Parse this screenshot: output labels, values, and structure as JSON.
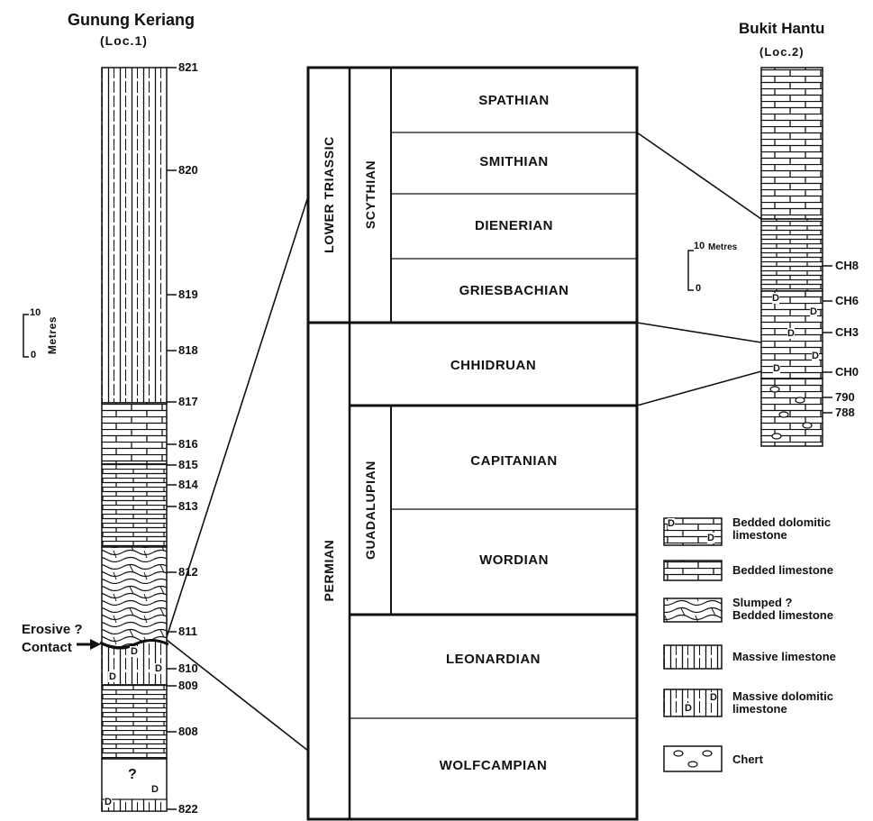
{
  "loc1": {
    "title": "Gunung Keriang",
    "subtitle": "(Loc.1)",
    "scale_top": "10",
    "scale_bottom": "0",
    "scale_unit": "Metres",
    "contact_line1": "Erosive ?",
    "contact_line2": "Contact",
    "unknown_mark": "?",
    "samples": [
      "821",
      "820",
      "819",
      "818",
      "817",
      "816",
      "815",
      "814",
      "813",
      "812",
      "811",
      "810",
      "809",
      "808",
      "822"
    ]
  },
  "loc2": {
    "title": "Bukit Hantu",
    "subtitle": "(Loc.2)",
    "scale_top": "10",
    "scale_bottom": "0",
    "scale_unit": "Metres",
    "samples": [
      "CH8",
      "CH6",
      "CH3",
      "CH0",
      "790",
      "788"
    ]
  },
  "chart": {
    "systems": [
      "LOWER TRIASSIC",
      "PERMIAN"
    ],
    "series": [
      "SCYTHIAN",
      "GUADALUPIAN"
    ],
    "stages": [
      "SPATHIAN",
      "SMITHIAN",
      "DIENERIAN",
      "GRIESBACHIAN",
      "CHHIDRUAN",
      "CAPITANIAN",
      "WORDIAN",
      "LEONARDIAN",
      "WOLFCAMPIAN"
    ]
  },
  "legend": [
    {
      "line1": "Bedded dolomitic",
      "line2": "limestone"
    },
    {
      "line1": "Bedded limestone",
      "line2": ""
    },
    {
      "line1": "Slumped ?",
      "line2": "Bedded limestone"
    },
    {
      "line1": "Massive limestone",
      "line2": ""
    },
    {
      "line1": "Massive dolomitic",
      "line2": "limestone"
    },
    {
      "line1": "Chert",
      "line2": ""
    }
  ],
  "pattern_marks": {
    "dolomite": "D"
  }
}
